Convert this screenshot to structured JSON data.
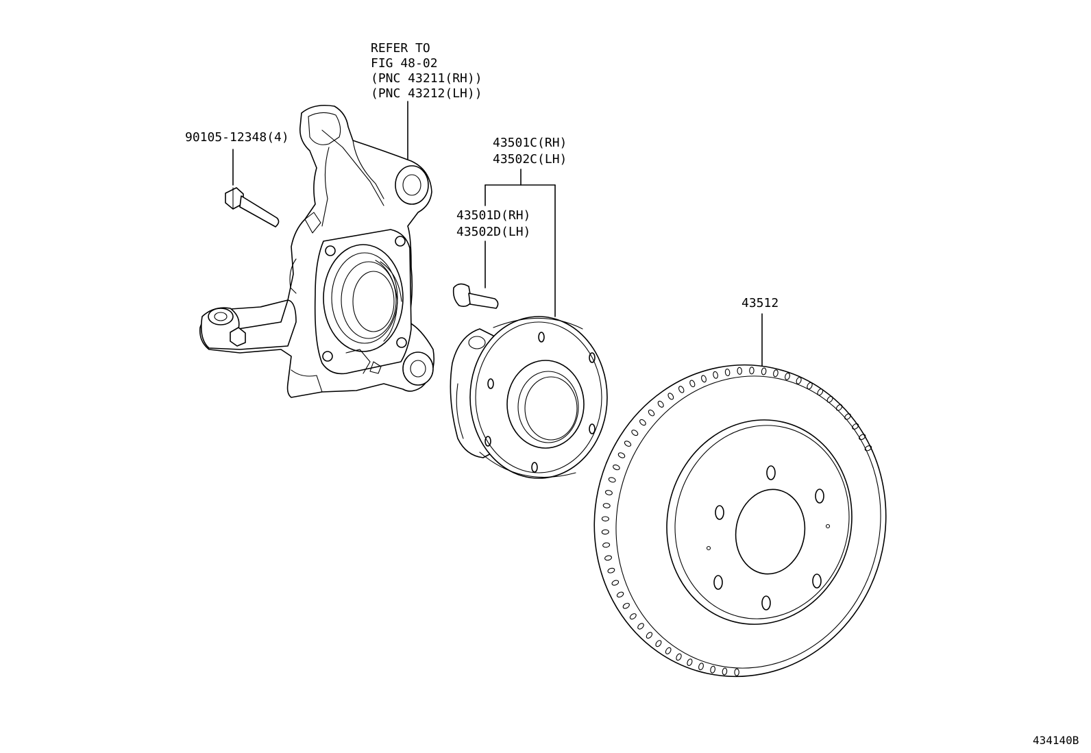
{
  "labels": {
    "refer_line1": "REFER TO",
    "refer_line2": "FIG 48-02",
    "refer_line3": "(PNC 43211(RH))",
    "refer_line4": "(PNC 43212(LH))",
    "bolt": "90105-12348(4)",
    "hub_c_rh": "43501C(RH)",
    "hub_c_lh": "43502C(LH)",
    "hub_d_rh": "43501D(RH)",
    "hub_d_lh": "43502D(LH)",
    "disc": "43512",
    "figure_id": "434140B"
  },
  "colors": {
    "line": "#000000",
    "background": "#ffffff"
  }
}
